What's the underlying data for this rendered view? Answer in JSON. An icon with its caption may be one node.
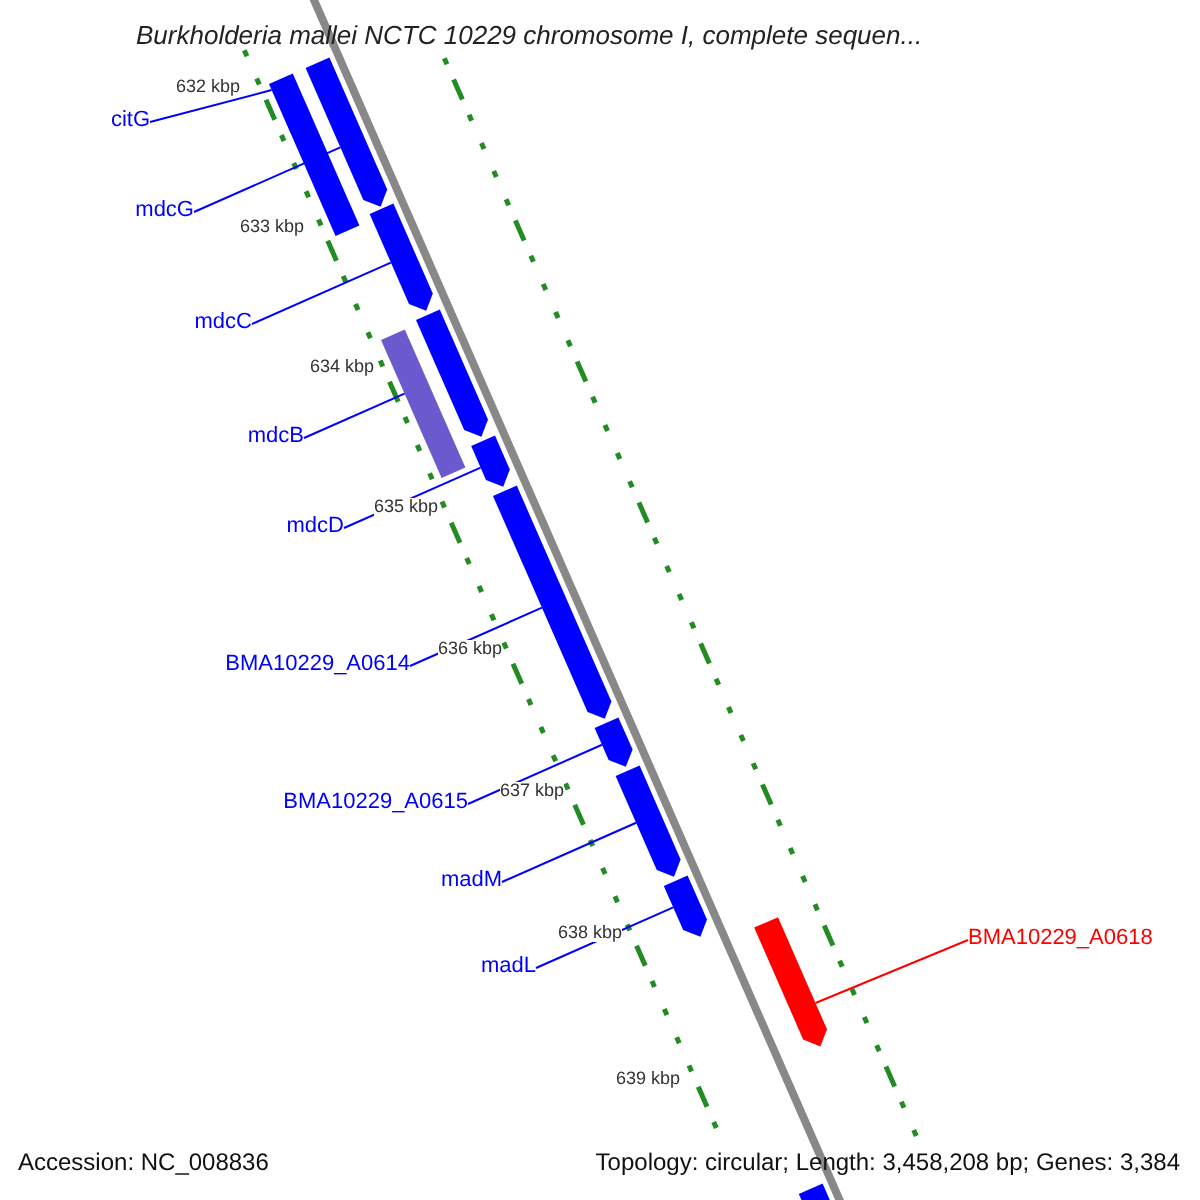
{
  "diagram": {
    "title": "Burkholderia mallei NCTC 10229 chromosome I, complete sequen...",
    "nodes": [
      {
        "text": [
          "citG"
        ]
      },
      {
        "text": [
          "mdcG"
        ]
      },
      {
        "text": [
          "mdcC"
        ]
      },
      {
        "text": [
          "mdcB"
        ]
      },
      {
        "text": [
          "mdcD"
        ]
      },
      {
        "text": [
          "BMA10229_A0614"
        ]
      },
      {
        "text": [
          "BMA10229_A0615"
        ]
      },
      {
        "text": [
          "madM"
        ]
      },
      {
        "text": [
          "madL"
        ]
      },
      {
        "text": [
          "BMA10229_A0618"
        ]
      },
      {
        "text": [],
        "shape": "bar"
      },
      {
        "text": [],
        "shape": "bar"
      },
      {
        "text": [],
        "shape": "bar"
      },
      {
        "text": [],
        "shape": "bar"
      },
      {
        "text": [],
        "shape": "bar"
      },
      {
        "text": [],
        "shape": "bar"
      },
      {
        "text": [],
        "shape": "bar"
      },
      {
        "text": [],
        "shape": "bar"
      },
      {
        "text": [],
        "shape": "bar"
      },
      {
        "text": [],
        "shape": "bar"
      },
      {
        "text": [],
        "shape": "bar"
      },
      {
        "text": [],
        "shape": "bar"
      }
    ],
    "edges": [
      {
        "from": 0,
        "to": 10,
        "arrow": "none"
      },
      {
        "from": 1,
        "to": 11,
        "arrow": "none"
      },
      {
        "from": 2,
        "to": 12,
        "arrow": "none"
      },
      {
        "from": 3,
        "to": 14,
        "arrow": "none"
      },
      {
        "from": 4,
        "to": 15,
        "arrow": "none"
      },
      {
        "from": 5,
        "to": 16,
        "arrow": "none"
      },
      {
        "from": 6,
        "to": 17,
        "arrow": "none"
      },
      {
        "from": 7,
        "to": 18,
        "arrow": "none"
      },
      {
        "from": 8,
        "to": 19,
        "arrow": "none"
      },
      {
        "from": 9,
        "to": 20,
        "arrow": "none",
        "color": "#ff0000"
      }
    ],
    "labels": [
      "632 kbp",
      "633 kbp",
      "634 kbp",
      "635 kbp",
      "636 kbp",
      "637 kbp",
      "638 kbp",
      "639 kbp",
      "Accession: NC_008836",
      "Topology: circular; Length: 3,458,208 bp; Genes: 3,384"
    ]
  }
}
